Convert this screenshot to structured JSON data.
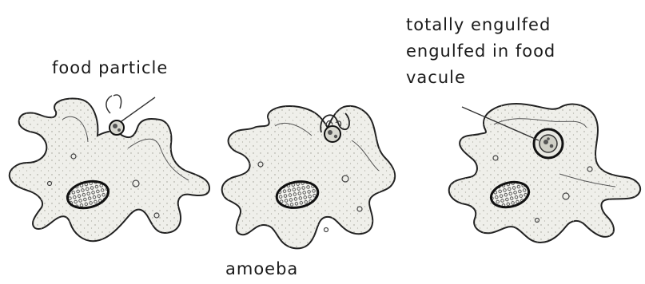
{
  "labels": {
    "food_particle": "food particle",
    "engulfed_line1": "totally engulfed",
    "engulfed_line2": "engulfed in food",
    "engulfed_line3": "vacule",
    "amoeba": "amoeba"
  },
  "colors": {
    "outline": "#222222",
    "cell_fill": "#efefea",
    "ink": "#1a1a1a"
  }
}
